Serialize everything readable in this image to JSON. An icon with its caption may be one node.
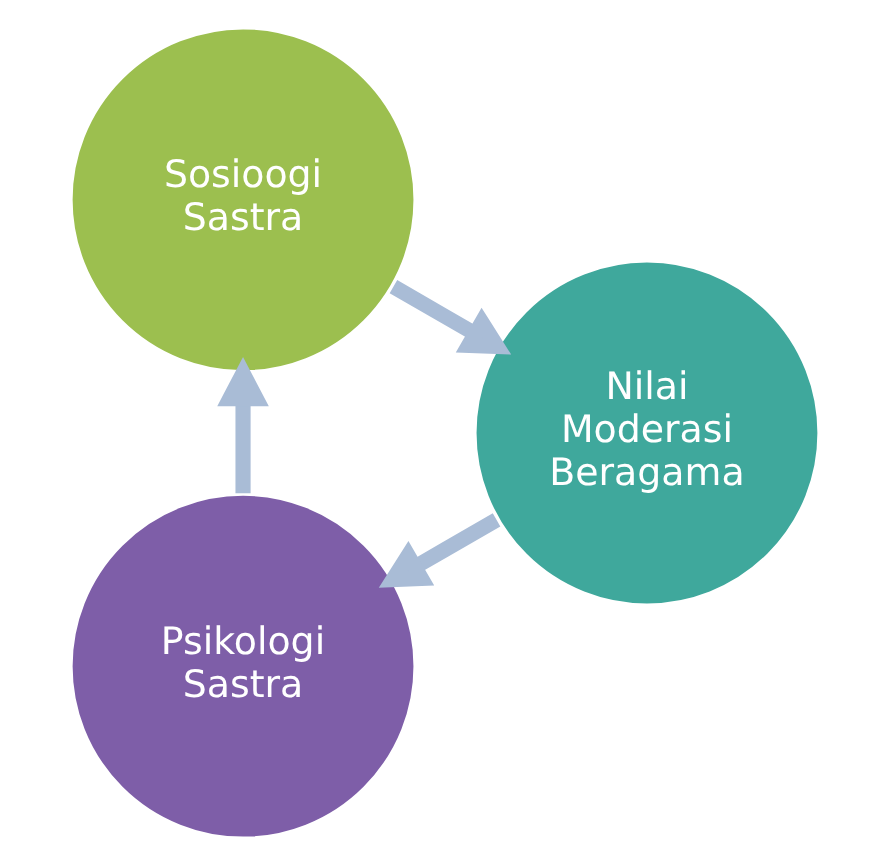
{
  "diagram": {
    "nodes": [
      {
        "text": [
          "Psikologi Sastra"
        ]
      },
      {
        "text": [
          "Sosioogi Sastra"
        ]
      },
      {
        "text": [
          "Nilai Moderasi Beragama"
        ]
      }
    ],
    "edges": [
      {
        "from": 0,
        "to": 1,
        "arrow": "to"
      },
      {
        "from": 1,
        "to": 2,
        "arrow": "to"
      },
      {
        "from": 2,
        "to": 0,
        "arrow": "to"
      }
    ]
  }
}
